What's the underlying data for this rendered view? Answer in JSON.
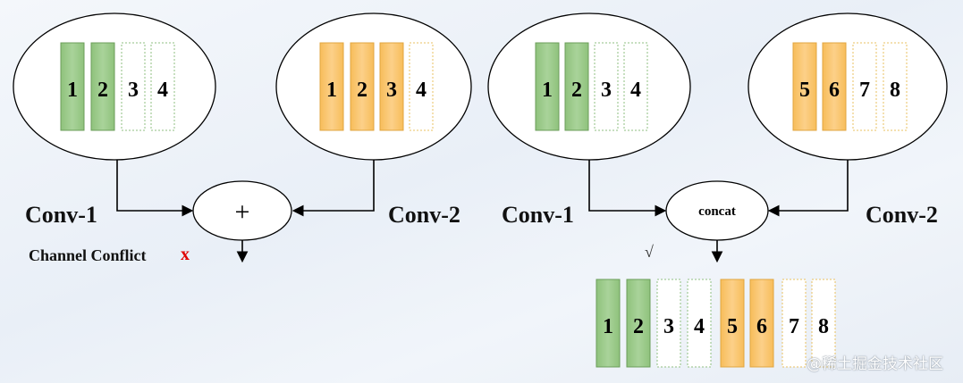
{
  "left_block": {
    "conv1_label": "Conv-1",
    "conv2_label": "Conv-2",
    "conv1_channels": [
      "1",
      "2",
      "3",
      "4"
    ],
    "conv2_channels": [
      "1",
      "2",
      "3",
      "4"
    ],
    "operator": "+",
    "conflict_text": "Channel Conflict",
    "conflict_mark": "x"
  },
  "right_block": {
    "conv1_label": "Conv-1",
    "conv2_label": "Conv-2",
    "conv1_channels": [
      "1",
      "2",
      "3",
      "4"
    ],
    "conv2_channels": [
      "5",
      "6",
      "7",
      "8"
    ],
    "operator": "concat",
    "ok_mark": "√",
    "output_channels": [
      "1",
      "2",
      "3",
      "4",
      "5",
      "6",
      "7",
      "8"
    ]
  },
  "watermark": "@稀土掘金技术社区",
  "colors": {
    "green_fill": "#9cc98a",
    "green_stroke": "#6b9e5a",
    "orange_fill": "#fbc770",
    "orange_stroke": "#e0a640",
    "empty_stroke_green": "#8fbf80",
    "empty_stroke_orange": "#e8c060",
    "arrow": "#000000"
  }
}
